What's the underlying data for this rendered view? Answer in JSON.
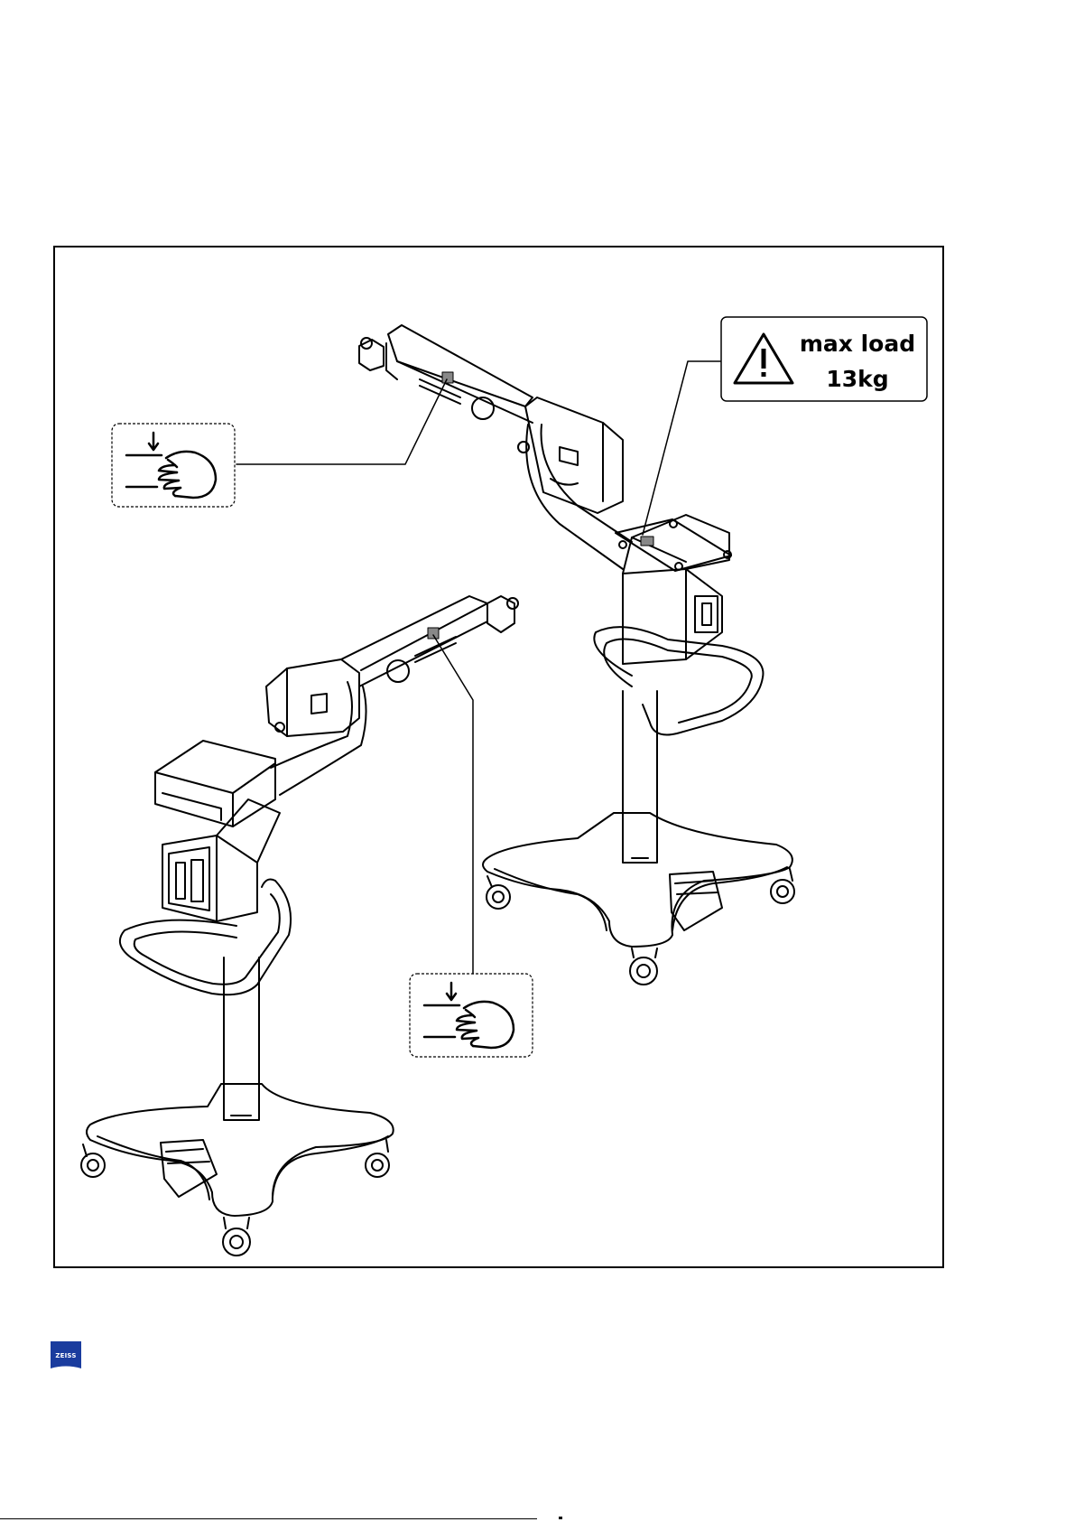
{
  "label": {
    "line1": "max load",
    "line2": "13kg"
  },
  "icons": [
    "warning-icon",
    "hand-press-icon"
  ],
  "logo": {
    "brand": "ZEISS",
    "color": "#1a3c9e"
  }
}
